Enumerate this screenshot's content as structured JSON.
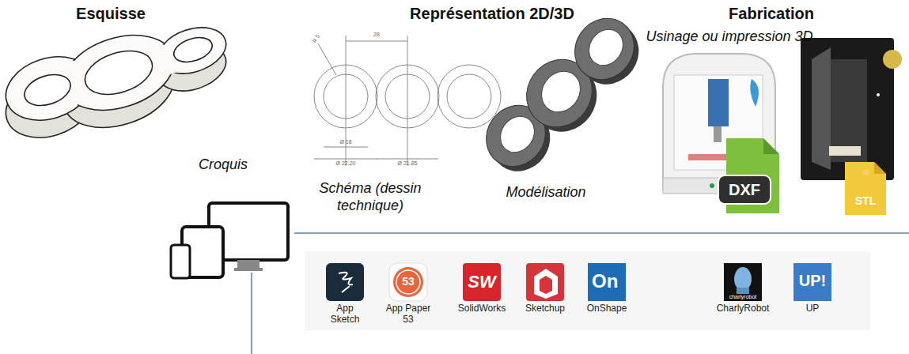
{
  "diagram": {
    "labels": [
      "Esquisse",
      "Représentation 2D/3D",
      "Fabrication",
      "Usinage ou impression 3D",
      "Croquis",
      "Schéma (dessin technique)",
      "Modélisation",
      "28",
      "R 5",
      "Ø 18",
      "Ø 22.20",
      "Ø 21.85",
      "DXF",
      "STL",
      "53",
      "SW",
      "On",
      "charlyrobot",
      "UP!",
      "App Sketch",
      "App Paper 53",
      "SolidWorks",
      "Sketchup",
      "OnShape",
      "CharlyRobot",
      "UP"
    ]
  }
}
